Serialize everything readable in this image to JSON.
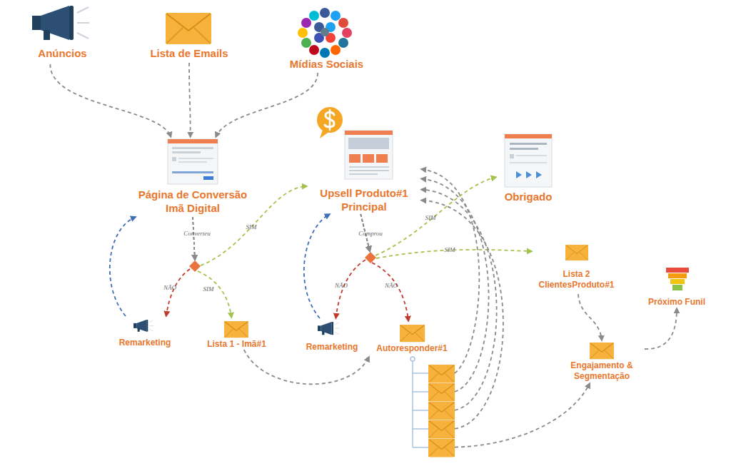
{
  "diagram": {
    "nodes": [
      {
        "text": [
          "Anúncios"
        ]
      },
      {
        "text": [
          "Lista de Emails"
        ]
      },
      {
        "text": [
          "Mídias Sociais"
        ]
      },
      {
        "text": [
          "Página de Conversão Imã Digital"
        ]
      },
      {
        "text": [
          "Upsell Produto#1 Principal"
        ]
      },
      {
        "text": [
          "Obrigado"
        ]
      },
      {
        "text": [
          "Lista 2 ClientesProduto#1"
        ]
      },
      {
        "text": [
          "Próximo Funil"
        ]
      },
      {
        "text": [
          "Remarketing"
        ]
      },
      {
        "text": [
          "Lista 1 - Imã#1"
        ]
      },
      {
        "text": [
          "Remarketing"
        ]
      },
      {
        "text": [
          "Autoresponder#1"
        ]
      },
      {
        "text": [
          "Engajamento & Segmentação"
        ]
      }
    ],
    "edges": [
      {
        "from": 0,
        "to": 3,
        "arrow": "to"
      },
      {
        "from": 1,
        "to": 3,
        "arrow": "to"
      },
      {
        "from": 2,
        "to": 3,
        "arrow": "to"
      },
      {
        "from": 3,
        "to": 4,
        "label": "SIM",
        "arrow": "to"
      },
      {
        "from": 3,
        "to": 8,
        "label": "NÃO",
        "arrow": "to"
      },
      {
        "from": 3,
        "to": 9,
        "label": "SIM",
        "arrow": "to"
      },
      {
        "from": 8,
        "to": 3,
        "arrow": "to"
      },
      {
        "from": 9,
        "to": 11,
        "arrow": "to"
      },
      {
        "from": 4,
        "to": 5,
        "label": "SIM",
        "arrow": "to"
      },
      {
        "from": 4,
        "to": 6,
        "label": "SIM",
        "arrow": "to"
      },
      {
        "from": 4,
        "to": 10,
        "label": "NÃO",
        "arrow": "to"
      },
      {
        "from": 4,
        "to": 11,
        "label": "NÃO",
        "arrow": "to"
      },
      {
        "from": 10,
        "to": 4,
        "arrow": "to"
      },
      {
        "from": 11,
        "to": 4,
        "arrow": "to"
      },
      {
        "from": 11,
        "to": 4,
        "arrow": "to"
      },
      {
        "from": 11,
        "to": 4,
        "arrow": "to"
      },
      {
        "from": 11,
        "to": 4,
        "arrow": "to"
      },
      {
        "from": 11,
        "to": 12,
        "arrow": "to"
      },
      {
        "from": 6,
        "to": 12,
        "arrow": "to"
      },
      {
        "from": 12,
        "to": 7,
        "arrow": "to"
      }
    ],
    "labels": [
      "Converteu",
      "Comprou"
    ]
  }
}
